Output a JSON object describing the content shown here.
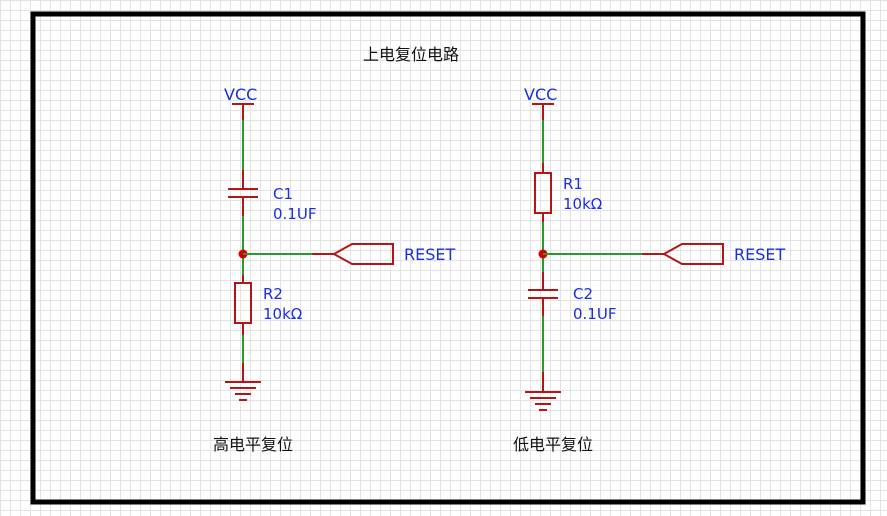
{
  "title": "上电复位电路",
  "left_circuit": {
    "caption": "高电平复位",
    "supply_label": "VCC",
    "top_component": {
      "ref": "C1",
      "value": "0.1UF",
      "type": "capacitor"
    },
    "bottom_component": {
      "ref": "R2",
      "value": "10kΩ",
      "type": "resistor"
    },
    "output_label": "RESET",
    "ground_symbol": "ground-icon"
  },
  "right_circuit": {
    "caption": "低电平复位",
    "supply_label": "VCC",
    "top_component": {
      "ref": "R1",
      "value": "10kΩ",
      "type": "resistor"
    },
    "bottom_component": {
      "ref": "C2",
      "value": "0.1UF",
      "type": "capacitor"
    },
    "output_label": "RESET",
    "ground_symbol": "ground-icon"
  },
  "colors": {
    "wire": "#2a9a2a",
    "component": "#b01818",
    "junction": "#d40000",
    "label": "#1a2fd6",
    "border": "#000000"
  }
}
